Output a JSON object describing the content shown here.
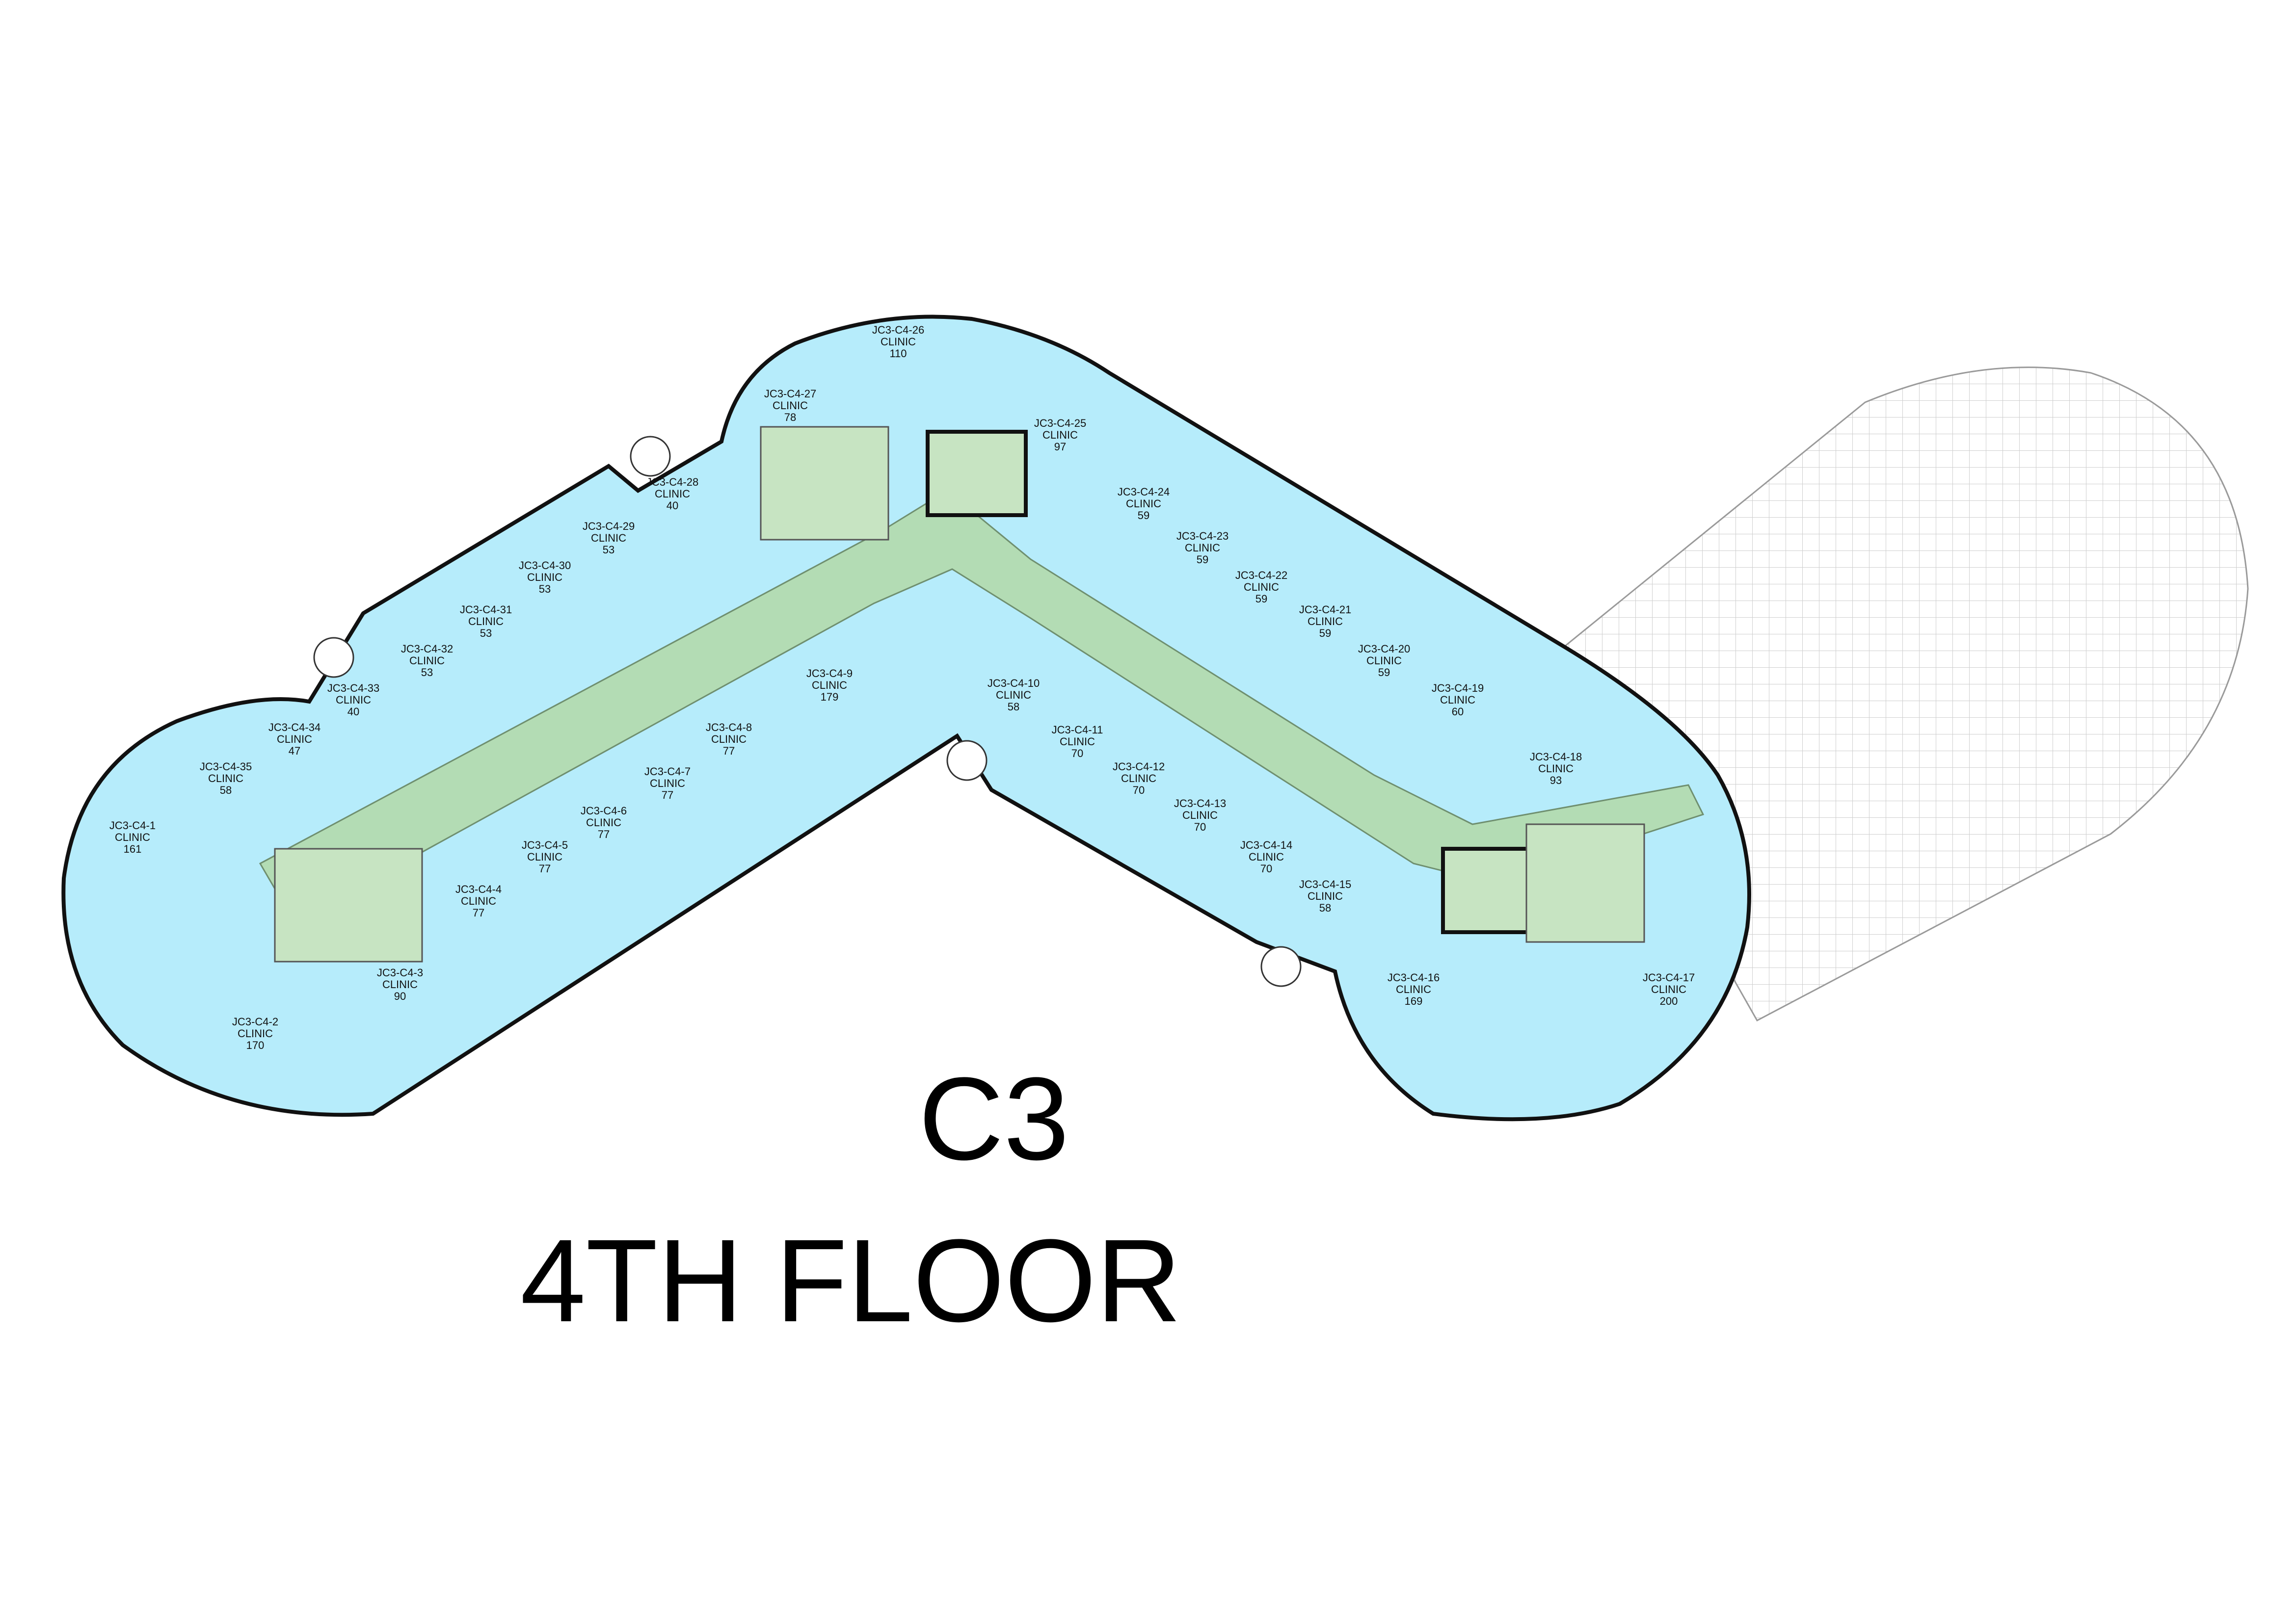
{
  "labels": {
    "building_code": "C3",
    "floor_name": "4TH FLOOR"
  },
  "units": [
    {
      "id": "JC3-C4-1",
      "use": "CLINIC",
      "area": "161"
    },
    {
      "id": "JC3-C4-2",
      "use": "CLINIC",
      "area": "170"
    },
    {
      "id": "JC3-C4-3",
      "use": "CLINIC",
      "area": "90"
    },
    {
      "id": "JC3-C4-4",
      "use": "CLINIC",
      "area": "77"
    },
    {
      "id": "JC3-C4-5",
      "use": "CLINIC",
      "area": "77"
    },
    {
      "id": "JC3-C4-6",
      "use": "CLINIC",
      "area": "77"
    },
    {
      "id": "JC3-C4-7",
      "use": "CLINIC",
      "area": "77"
    },
    {
      "id": "JC3-C4-8",
      "use": "CLINIC",
      "area": "77"
    },
    {
      "id": "JC3-C4-9",
      "use": "CLINIC",
      "area": "179"
    },
    {
      "id": "JC3-C4-10",
      "use": "CLINIC",
      "area": "58"
    },
    {
      "id": "JC3-C4-11",
      "use": "CLINIC",
      "area": "70"
    },
    {
      "id": "JC3-C4-12",
      "use": "CLINIC",
      "area": "70"
    },
    {
      "id": "JC3-C4-13",
      "use": "CLINIC",
      "area": "70"
    },
    {
      "id": "JC3-C4-14",
      "use": "CLINIC",
      "area": "70"
    },
    {
      "id": "JC3-C4-15",
      "use": "CLINIC",
      "area": "58"
    },
    {
      "id": "JC3-C4-16",
      "use": "CLINIC",
      "area": "169"
    },
    {
      "id": "JC3-C4-17",
      "use": "CLINIC",
      "area": "200"
    },
    {
      "id": "JC3-C4-18",
      "use": "CLINIC",
      "area": "93"
    },
    {
      "id": "JC3-C4-19",
      "use": "CLINIC",
      "area": "60"
    },
    {
      "id": "JC3-C4-20",
      "use": "CLINIC",
      "area": "59"
    },
    {
      "id": "JC3-C4-21",
      "use": "CLINIC",
      "area": "59"
    },
    {
      "id": "JC3-C4-22",
      "use": "CLINIC",
      "area": "59"
    },
    {
      "id": "JC3-C4-23",
      "use": "CLINIC",
      "area": "59"
    },
    {
      "id": "JC3-C4-24",
      "use": "CLINIC",
      "area": "59"
    },
    {
      "id": "JC3-C4-25",
      "use": "CLINIC",
      "area": "97"
    },
    {
      "id": "JC3-C4-26",
      "use": "CLINIC",
      "area": "110"
    },
    {
      "id": "JC3-C4-27",
      "use": "CLINIC",
      "area": "78"
    },
    {
      "id": "JC3-C4-28",
      "use": "CLINIC",
      "area": "40"
    },
    {
      "id": "JC3-C4-29",
      "use": "CLINIC",
      "area": "53"
    },
    {
      "id": "JC3-C4-30",
      "use": "CLINIC",
      "area": "53"
    },
    {
      "id": "JC3-C4-31",
      "use": "CLINIC",
      "area": "53"
    },
    {
      "id": "JC3-C4-32",
      "use": "CLINIC",
      "area": "53"
    },
    {
      "id": "JC3-C4-33",
      "use": "CLINIC",
      "area": "40"
    },
    {
      "id": "JC3-C4-34",
      "use": "CLINIC",
      "area": "47"
    },
    {
      "id": "JC3-C4-35",
      "use": "CLINIC",
      "area": "58"
    }
  ],
  "colors": {
    "unit_fill": "#b6ecfb",
    "corridor_fill": "#b3dcb4",
    "core_fill": "#c7e4c2",
    "wall": "#111111",
    "column": "#4d5560",
    "terrace_grid": "#c9c9c9"
  }
}
